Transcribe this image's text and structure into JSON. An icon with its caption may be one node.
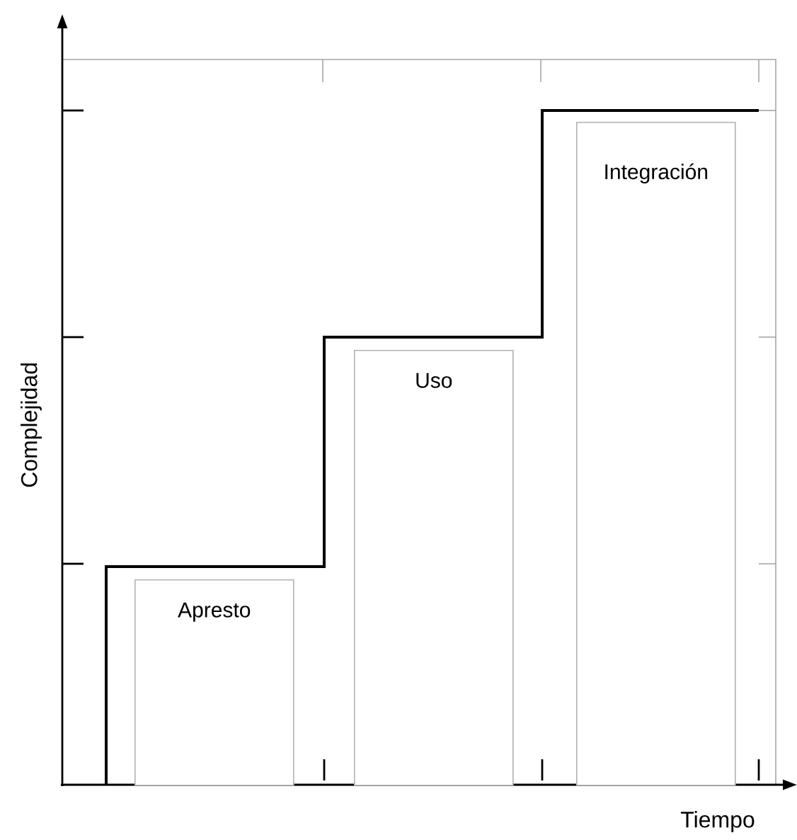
{
  "diagram": {
    "nodes": [
      {
        "text": [
          "Apresto"
        ]
      },
      {
        "text": [
          "Uso"
        ]
      },
      {
        "text": [
          "Integración"
        ]
      }
    ],
    "labels": [
      "Complejidad",
      "Tiempo"
    ]
  }
}
